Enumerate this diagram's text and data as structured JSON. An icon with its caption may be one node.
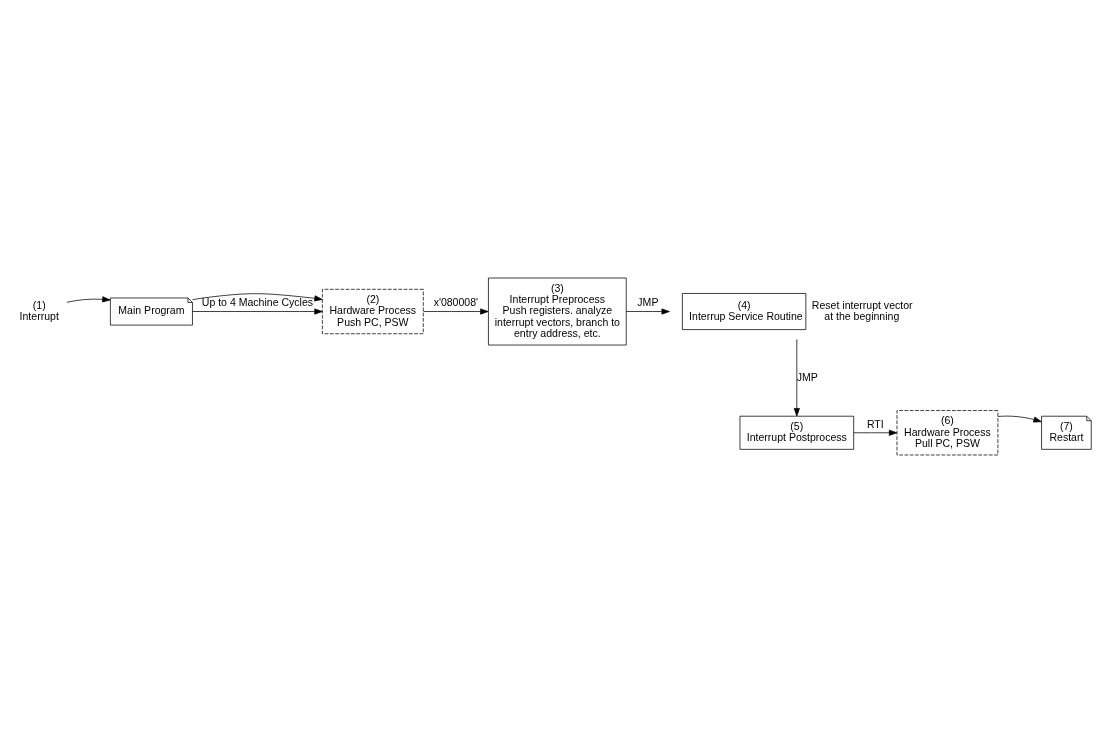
{
  "diagram": {
    "nodes": [
      {
        "text": [
          "Main Program"
        ]
      },
      {
        "text": [
          "(1)",
          "Interrupt"
        ]
      },
      {
        "text": [
          "(2)",
          "Hardware Process",
          "Push PC, PSW"
        ]
      },
      {
        "text": [
          "(3)",
          "Interrupt Preprocess",
          "Push registers. analyze interrupt vectors, branch to entry address, etc."
        ]
      },
      {
        "text": [
          "(4)",
          "Interrup Service Routine"
        ],
        "beside": [
          "Reset interrupt vector at the beginning"
        ]
      },
      {
        "text": [
          "(5)",
          "Interrupt Postprocess"
        ]
      },
      {
        "text": [
          "(6)",
          "Hardware Process",
          "Pull PC, PSW"
        ]
      },
      {
        "text": [
          "(7)",
          "Restart"
        ]
      }
    ],
    "edges": [
      {
        "from": 1,
        "to": 0,
        "arrow": "to"
      },
      {
        "from": 0,
        "to": 2,
        "arrow": "to"
      },
      {
        "from": 0,
        "to": 2,
        "arrow": "to",
        "label": "Up to 4 Machine Cycles"
      },
      {
        "from": 2,
        "to": 3,
        "arrow": "to",
        "label": "x'080008'"
      },
      {
        "from": 3,
        "to": 4,
        "arrow": "to",
        "label": "JMP"
      },
      {
        "from": 4,
        "to": 5,
        "arrow": "to",
        "label": "JMP"
      },
      {
        "from": 5,
        "to": 6,
        "arrow": "to",
        "label": "RTI"
      },
      {
        "from": 6,
        "to": 7,
        "arrow": "to"
      }
    ]
  }
}
